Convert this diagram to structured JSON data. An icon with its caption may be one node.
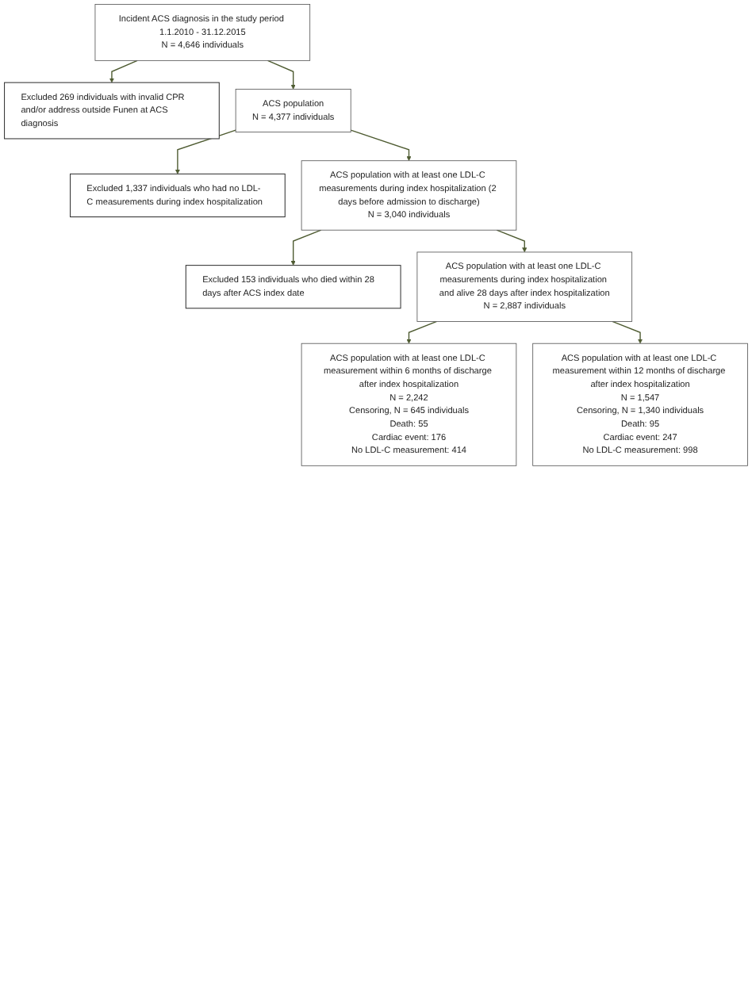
{
  "diagram": {
    "nodes": [
      {
        "text": [
          "Incident ACS diagnosis in the study period 1.1.2010 - 31.12.2015",
          "N = 4,646 individuals"
        ]
      },
      {
        "text": [
          "Excluded 269 individuals with invalid CPR and/or address outside Funen at ACS diagnosis"
        ]
      },
      {
        "text": [
          "ACS population",
          "N = 4,377 individuals"
        ]
      },
      {
        "text": [
          "Excluded 1,337 individuals who had no LDL-C measurements during index hospitalization"
        ]
      },
      {
        "text": [
          "ACS population with at least one LDL-C measurements during index hospitalization (2 days before admission to discharge)",
          "N = 3,040 individuals"
        ]
      },
      {
        "text": [
          "Excluded 153 individuals who died within 28 days after ACS index date"
        ]
      },
      {
        "text": [
          "ACS population with at least one LDL-C measurements during index hospitalization and alive 28 days after index hospitalization",
          "N = 2,887 individuals"
        ]
      },
      {
        "text": [
          "ACS population with at least one LDL-C measurement within 6 months of discharge after index hospitalization",
          "N = 2,242",
          "Censoring, N = 645 individuals",
          "Death: 55",
          "Cardiac event: 176",
          "No LDL-C measurement: 414"
        ]
      },
      {
        "text": [
          "ACS population with at least one LDL-C measurement within 12 months of discharge after index hospitalization",
          "N = 1,547",
          "Censoring, N = 1,340 individuals",
          "Death: 95",
          "Cardiac event: 247",
          "No LDL-C measurement: 998"
        ]
      }
    ],
    "edges": [
      {
        "from": 0,
        "to": 2,
        "arrow": "to"
      },
      {
        "from": 0,
        "to": 1,
        "arrow": "to"
      },
      {
        "from": 2,
        "to": 4,
        "arrow": "to"
      },
      {
        "from": 2,
        "to": 3,
        "arrow": "to"
      },
      {
        "from": 4,
        "to": 6,
        "arrow": "to"
      },
      {
        "from": 4,
        "to": 5,
        "arrow": "to"
      },
      {
        "from": 6,
        "to": 7,
        "arrow": "to"
      },
      {
        "from": 6,
        "to": 8,
        "arrow": "to"
      }
    ]
  }
}
